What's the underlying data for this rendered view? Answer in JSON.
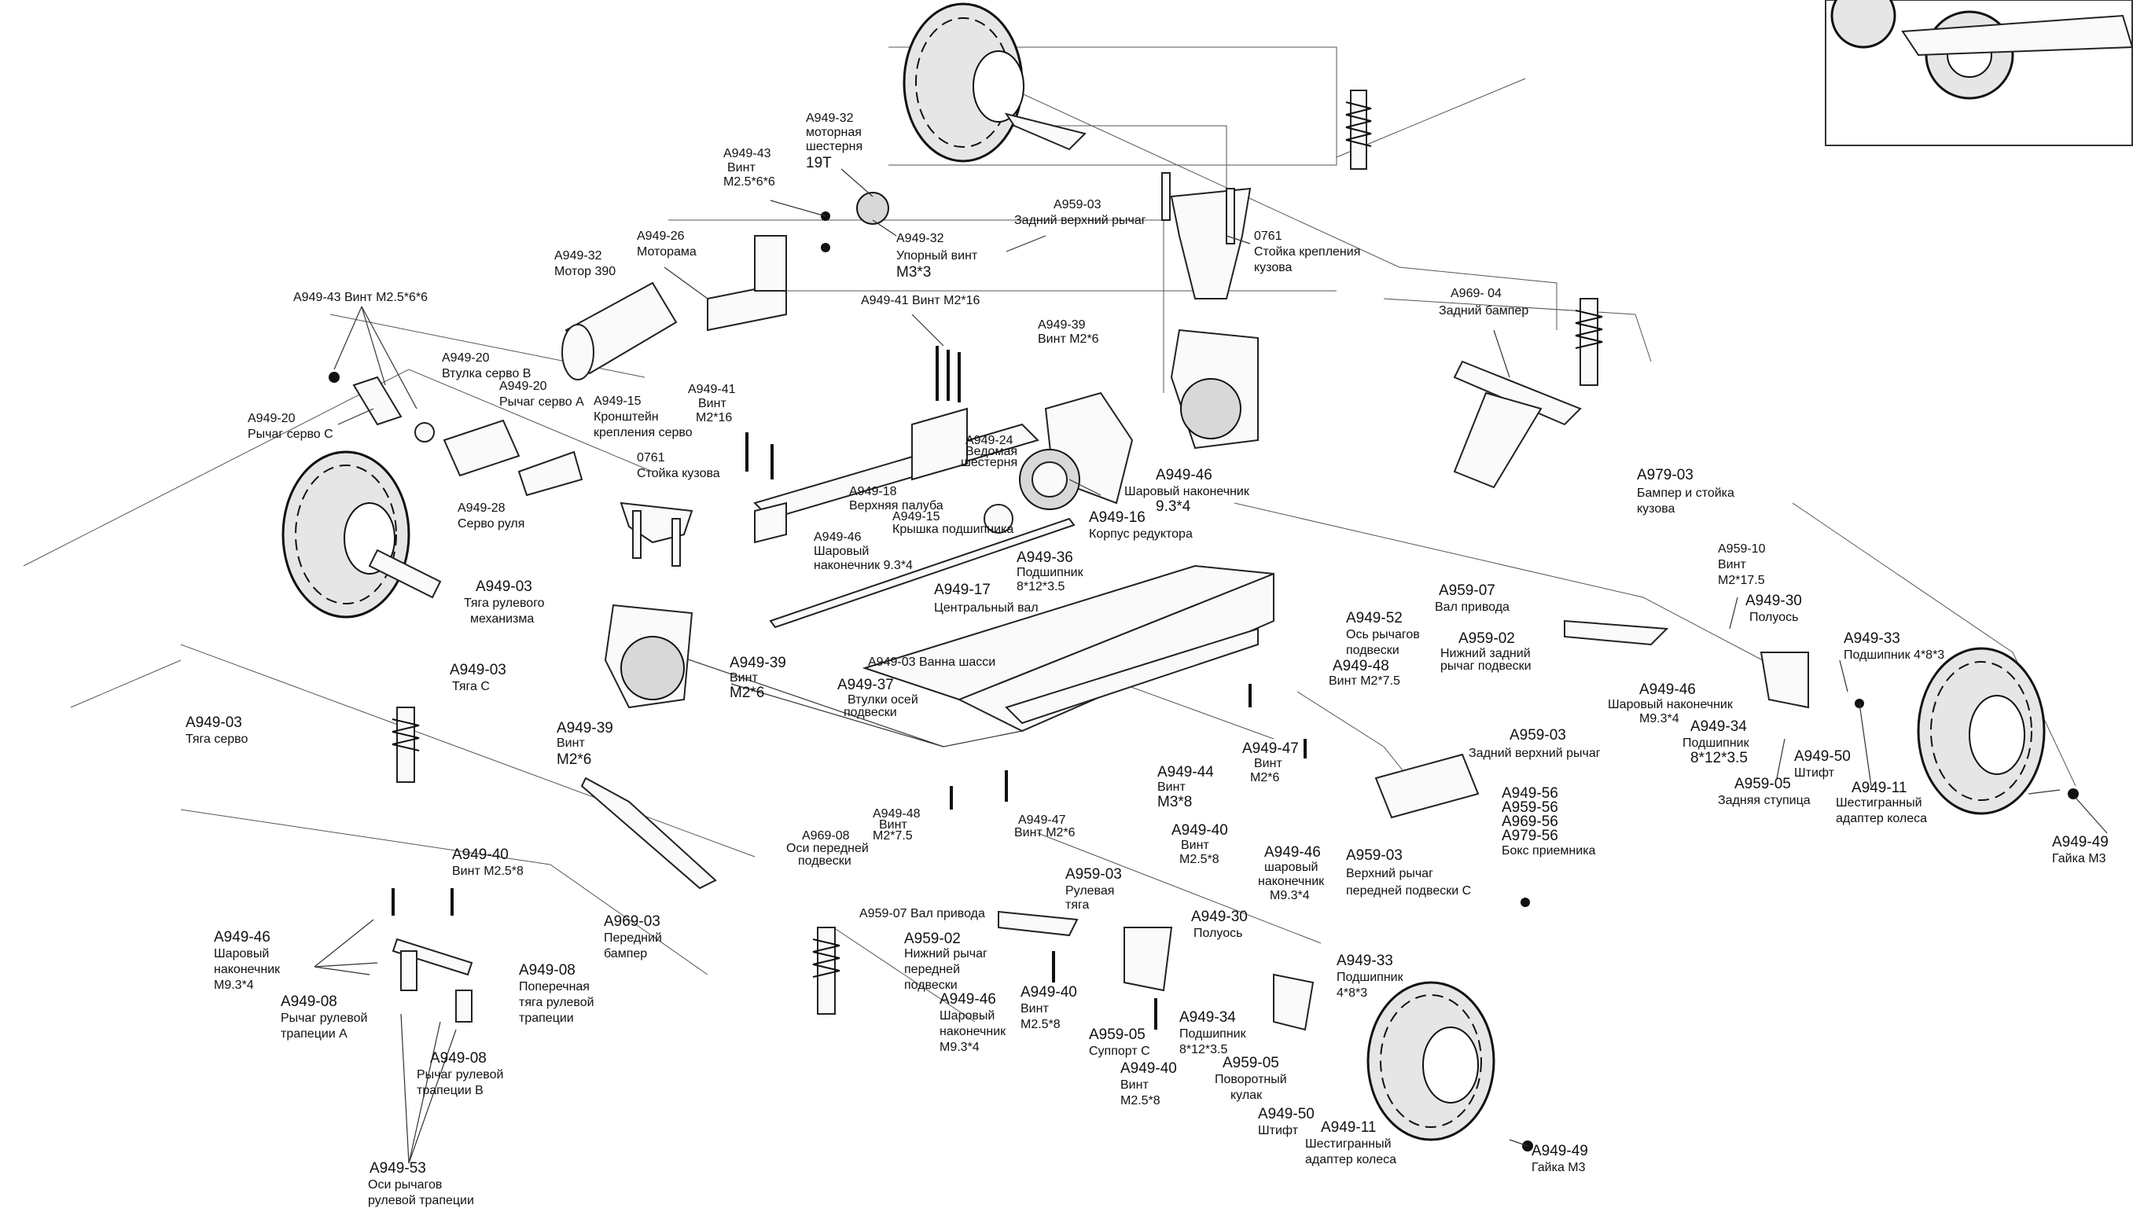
{
  "labels": {
    "a949_32_pinion": [
      "A949-32",
      "моторная",
      "шестерня",
      "19T"
    ],
    "a949_43_top": [
      "A949-43",
      "Винт",
      "M2.5*6*6"
    ],
    "a949_26": [
      "A949-26",
      "Моторама"
    ],
    "a949_32_motor": [
      "A949-32",
      "Мотор 390"
    ],
    "a949_32_screw": [
      "A949-32",
      "Упорный винт",
      "M3*3"
    ],
    "a959_03_top": [
      "A959-03",
      "Задний верхний рычаг"
    ],
    "a0761_rear": [
      "0761",
      "Стойка крепления",
      "кузова"
    ],
    "a949_41_top": [
      "A949-41 Винт M2*16"
    ],
    "a949_39_top": [
      "A949-39",
      "Винт M2*6"
    ],
    "a969_04": [
      "A969- 04",
      "Задний бампер"
    ],
    "a949_43_left": [
      "A949-43 Винт M2.5*6*6"
    ],
    "a949_20_b": [
      "A949-20",
      "Втулка серво В"
    ],
    "a949_20_a": [
      "A949-20",
      "Рычаг серво А"
    ],
    "a949_20_c": [
      "A949-20",
      "Рычаг серво С"
    ],
    "a949_15": [
      "A949-15",
      "Кронштейн",
      "крепления серво"
    ],
    "a949_41_mid": [
      "A949-41",
      "Винт",
      "M2*16"
    ],
    "a949_24": [
      "A949-24",
      "Ведомая",
      "шестерня"
    ],
    "a0761_front": [
      "0761",
      "Стойка кузова"
    ],
    "a949_28": [
      "A949-28",
      "Серво руля"
    ],
    "a949_18": [
      "A949-18",
      "Верхняя палуба"
    ],
    "a949_15b": [
      "A949-15",
      "Крышка подшипника"
    ],
    "a949_46_gear": [
      "A949-46",
      "Шаровый наконечник",
      "9.3*4"
    ],
    "a949_16": [
      "A949-16",
      "Корпус редуктора"
    ],
    "a979_03": [
      "A979-03",
      "Бампер и стойка",
      "кузова"
    ],
    "a949_46_mid": [
      "A949-46",
      "Шаровый",
      "наконечник 9.3*4"
    ],
    "a949_36": [
      "A949-36",
      "Подшипник",
      "8*12*3.5"
    ],
    "a949_03_left": [
      "A949-03",
      "Тяга рулевого",
      "механизма"
    ],
    "a949_17": [
      "A949-17",
      "Центральный вал"
    ],
    "a959_10": [
      "A959-10",
      "Винт",
      "M2*17.5"
    ],
    "a959_07_rear": [
      "A959-07",
      "Вал привода"
    ],
    "a949_30_rear": [
      "A949-30",
      "Полуось"
    ],
    "a949_52": [
      "A949-52",
      "Ось рычагов",
      "подвески"
    ],
    "a959_02_rear": [
      "A959-02",
      "Нижний задний",
      "рычаг подвески"
    ],
    "a949_33_rear": [
      "A949-33",
      "Подшипник 4*8*3"
    ],
    "a949_03_c": [
      "A949-03",
      "Тяга С"
    ],
    "a949_39_mid": [
      "A949-39",
      "Винт",
      "M2*6"
    ],
    "a949_03_tub": [
      "A949-03 Ванна шасси"
    ],
    "a949_48_right": [
      "A949-48",
      "Винт M2*7.5"
    ],
    "a949_46_rear": [
      "A949-46",
      "Шаровый наконечник",
      "M9.3*4"
    ],
    "a949_37": [
      "A949-37",
      "Втулки осей",
      "подвески"
    ],
    "a949_34_rear": [
      "A949-34",
      "Подшипник",
      "8*12*3.5"
    ],
    "a949_03_servo": [
      "A949-03",
      "Тяга серво"
    ],
    "a949_39_low": [
      "A949-39",
      "Винт",
      "M2*6"
    ],
    "a959_03_rear_low": [
      "A959-03",
      "Задний верхний рычаг"
    ],
    "a949_50_rear": [
      "A949-50",
      "Штифт"
    ],
    "a959_05_rear": [
      "A959-05",
      "Задняя ступица"
    ],
    "a949_11_rear": [
      "A949-11",
      "Шестигранный",
      "адаптер колеса"
    ],
    "a949_47_right": [
      "A949-47",
      "Винт",
      "M2*6"
    ],
    "a949_44": [
      "A949-44",
      "Винт",
      "M3*8"
    ],
    "a949_56": [
      "A949-56",
      "A959-56",
      "A969-56",
      "A979-56",
      "Бокс приемника"
    ],
    "a949_49_rear": [
      "A949-49",
      "Гайка М3"
    ],
    "a949_48_low": [
      "A949-48",
      "Винт",
      "M2*7.5"
    ],
    "a969_08": [
      "A969-08",
      "Оси передней",
      "подвески"
    ],
    "a949_47_low": [
      "A949-47",
      "Винт M2*6"
    ],
    "a949_40_top": [
      "A949-40",
      "Винт M2.5*8"
    ],
    "a949_40_mid": [
      "A949-40",
      "Винт",
      "M2.5*8"
    ],
    "a949_46_front": [
      "A949-46",
      "шаровый",
      "наконечник",
      "M9.3*4"
    ],
    "a959_03_front": [
      "A959-03",
      "Верхний рычаг",
      "передней подвески С"
    ],
    "a959_03_steer": [
      "A959-03",
      "Рулевая",
      "тяга"
    ],
    "a969_03": [
      "A969-03",
      "Передний",
      "бампер"
    ],
    "a959_07_front": [
      "A959-07 Вал привода"
    ],
    "a949_30_front": [
      "A949-30",
      "Полуось"
    ],
    "a949_46_left": [
      "A949-46",
      "Шаровый",
      "наконечник",
      "M9.3*4"
    ],
    "a959_02_front": [
      "A959-02",
      "Нижний рычаг",
      "передней",
      "подвески"
    ],
    "a949_08_a": [
      "A949-08",
      "Рычаг рулевой",
      "трапеции А"
    ],
    "a949_08_pop": [
      "A949-08",
      "Поперечная",
      "тяга рулевой",
      "трапеции"
    ],
    "a949_33_front": [
      "A949-33",
      "Подшипник",
      "4*8*3"
    ],
    "a949_40_low": [
      "A949-40",
      "Винт",
      "M2.5*8"
    ],
    "a949_46_low": [
      "A949-46",
      "Шаровый",
      "наконечник",
      "M9.3*4"
    ],
    "a949_34_front": [
      "A949-34",
      "Подшипник",
      "8*12*3.5"
    ],
    "a959_05_front": [
      "A959-05",
      "Суппорт С"
    ],
    "a949_08_b": [
      "A949-08",
      "Рычаг рулевой",
      "трапеции В"
    ],
    "a959_05_knuckle": [
      "A959-05",
      "Поворотный",
      "кулак"
    ],
    "a949_40_bottom": [
      "A949-40",
      "Винт",
      "M2.5*8"
    ],
    "a949_50_front": [
      "A949-50",
      "Штифт"
    ],
    "a949_11_front": [
      "A949-11",
      "Шестигранный",
      "адаптер колеса"
    ],
    "a949_49_front": [
      "A949-49",
      "Гайка М3"
    ],
    "a949_53": [
      "A949-53",
      "Оси рычагов",
      "рулевой трапеции"
    ]
  }
}
